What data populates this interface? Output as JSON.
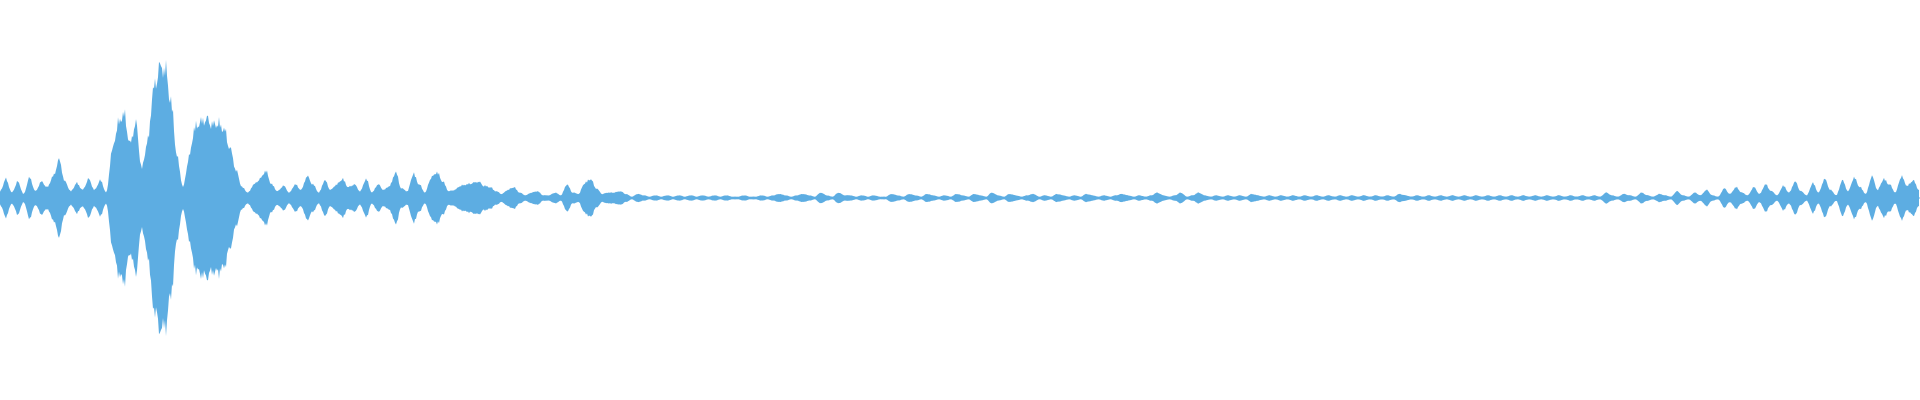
{
  "waveform": {
    "color": "#5DADE2",
    "background": "#ffffff",
    "amplitude_envelope": [
      0.05,
      0.14,
      0.04,
      0.12,
      0.03,
      0.15,
      0.05,
      0.12,
      0.08,
      0.16,
      0.28,
      0.12,
      0.05,
      0.11,
      0.06,
      0.14,
      0.06,
      0.13,
      0.04,
      0.35,
      0.55,
      0.62,
      0.4,
      0.55,
      0.22,
      0.42,
      0.8,
      0.96,
      0.95,
      0.7,
      0.3,
      0.08,
      0.3,
      0.52,
      0.56,
      0.58,
      0.54,
      0.55,
      0.5,
      0.36,
      0.2,
      0.08,
      0.04,
      0.1,
      0.14,
      0.2,
      0.1,
      0.05,
      0.09,
      0.04,
      0.1,
      0.06,
      0.16,
      0.1,
      0.04,
      0.13,
      0.06,
      0.1,
      0.14,
      0.08,
      0.1,
      0.05,
      0.14,
      0.04,
      0.1,
      0.06,
      0.09,
      0.19,
      0.07,
      0.05,
      0.18,
      0.1,
      0.04,
      0.15,
      0.19,
      0.12,
      0.05,
      0.06,
      0.09,
      0.1,
      0.11,
      0.12,
      0.09,
      0.08,
      0.05,
      0.03,
      0.06,
      0.08,
      0.04,
      0.02,
      0.04,
      0.05,
      0.02,
      0.02,
      0.04,
      0.02,
      0.1,
      0.04,
      0.03,
      0.11,
      0.14,
      0.07,
      0.03,
      0.04,
      0.04,
      0.05,
      0.03,
      0.01,
      0.03,
      0.02,
      0.01,
      0.02,
      0.01,
      0.02,
      0.01,
      0.02,
      0.01,
      0.02,
      0.01,
      0.02,
      0.01,
      0.02,
      0.01,
      0.02,
      0.01,
      0.01,
      0.02,
      0.01,
      0.01,
      0.02,
      0.01,
      0.02,
      0.03,
      0.02,
      0.01,
      0.02,
      0.03,
      0.02,
      0.01,
      0.04,
      0.02,
      0.01,
      0.04,
      0.02,
      0.02,
      0.01,
      0.02,
      0.01,
      0.02,
      0.01,
      0.01,
      0.03,
      0.02,
      0.01,
      0.03,
      0.02,
      0.01,
      0.03,
      0.02,
      0.01,
      0.02,
      0.01,
      0.03,
      0.02,
      0.01,
      0.03,
      0.02,
      0.01,
      0.04,
      0.02,
      0.01,
      0.03,
      0.02,
      0.01,
      0.02,
      0.03,
      0.01,
      0.02,
      0.01,
      0.03,
      0.02,
      0.01,
      0.02,
      0.01,
      0.03,
      0.02,
      0.01,
      0.02,
      0.01,
      0.02,
      0.03,
      0.02,
      0.01,
      0.02,
      0.01,
      0.02,
      0.04,
      0.02,
      0.01,
      0.02,
      0.04,
      0.01,
      0.02,
      0.04,
      0.02,
      0.01,
      0.02,
      0.01,
      0.02,
      0.01,
      0.02,
      0.01,
      0.03,
      0.02,
      0.01,
      0.02,
      0.01,
      0.02,
      0.01,
      0.02,
      0.01,
      0.02,
      0.01,
      0.02,
      0.01,
      0.02,
      0.01,
      0.02,
      0.01,
      0.02,
      0.01,
      0.02,
      0.01,
      0.02,
      0.01,
      0.02,
      0.01,
      0.03,
      0.02,
      0.01,
      0.02,
      0.01,
      0.02,
      0.01,
      0.02,
      0.01,
      0.02,
      0.01,
      0.02,
      0.01,
      0.02,
      0.01,
      0.02,
      0.01,
      0.02,
      0.01,
      0.02,
      0.01,
      0.02,
      0.01,
      0.02,
      0.01,
      0.02,
      0.01,
      0.02,
      0.01,
      0.02,
      0.01,
      0.02,
      0.01,
      0.02,
      0.01,
      0.04,
      0.02,
      0.01,
      0.03,
      0.02,
      0.01,
      0.04,
      0.02,
      0.01,
      0.03,
      0.02,
      0.01,
      0.05,
      0.02,
      0.01,
      0.04,
      0.02,
      0.06,
      0.02,
      0.01,
      0.07,
      0.03,
      0.08,
      0.04,
      0.02,
      0.08,
      0.03,
      0.1,
      0.05,
      0.02,
      0.09,
      0.04,
      0.12,
      0.05,
      0.02,
      0.11,
      0.04,
      0.14,
      0.06,
      0.02,
      0.13,
      0.05,
      0.15,
      0.08,
      0.03,
      0.16,
      0.06,
      0.14,
      0.1,
      0.04,
      0.16,
      0.09,
      0.13,
      0.06
    ]
  }
}
